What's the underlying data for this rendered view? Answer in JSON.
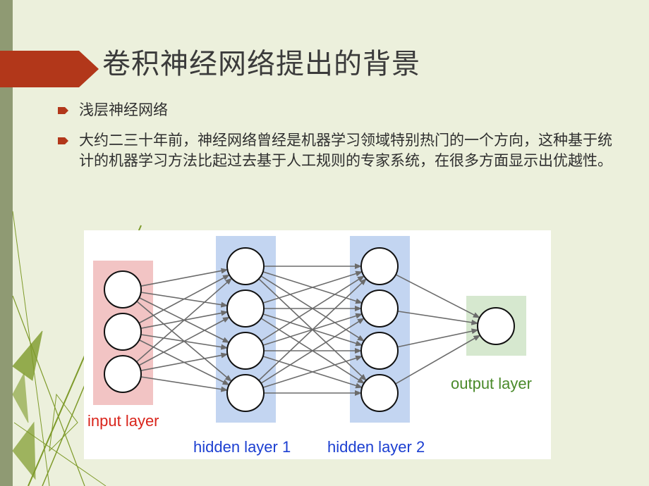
{
  "slide": {
    "title": "卷积神经网络提出的背景",
    "bullets": [
      {
        "text": "浅层神经网络"
      },
      {
        "text": "大约二三十年前，神经网络曾经是机器学习领域特别热门的一个方向，这种基于统计的机器学习方法比起过去基于人工规则的专家系统，在很多方面显示出优越性。"
      }
    ]
  },
  "diagram": {
    "layers": [
      {
        "label": "input layer",
        "neurons": 3,
        "color": "#f2c4c4",
        "label_color": "#d9241b"
      },
      {
        "label": "hidden layer 1",
        "neurons": 4,
        "color": "#c3d5f1",
        "label_color": "#1c3fd1"
      },
      {
        "label": "hidden layer 2",
        "neurons": 4,
        "color": "#c3d5f1",
        "label_color": "#1c3fd1"
      },
      {
        "label": "output layer",
        "neurons": 1,
        "color": "#d6e8cf",
        "label_color": "#4a8a2a"
      }
    ],
    "connection": "fully-connected",
    "edge_color": "#6b6b6b"
  },
  "theme": {
    "background": "#ecf0dc",
    "accent": "#b2371a",
    "decoration": "#7e9a2a",
    "text": "#3b3b3b"
  }
}
